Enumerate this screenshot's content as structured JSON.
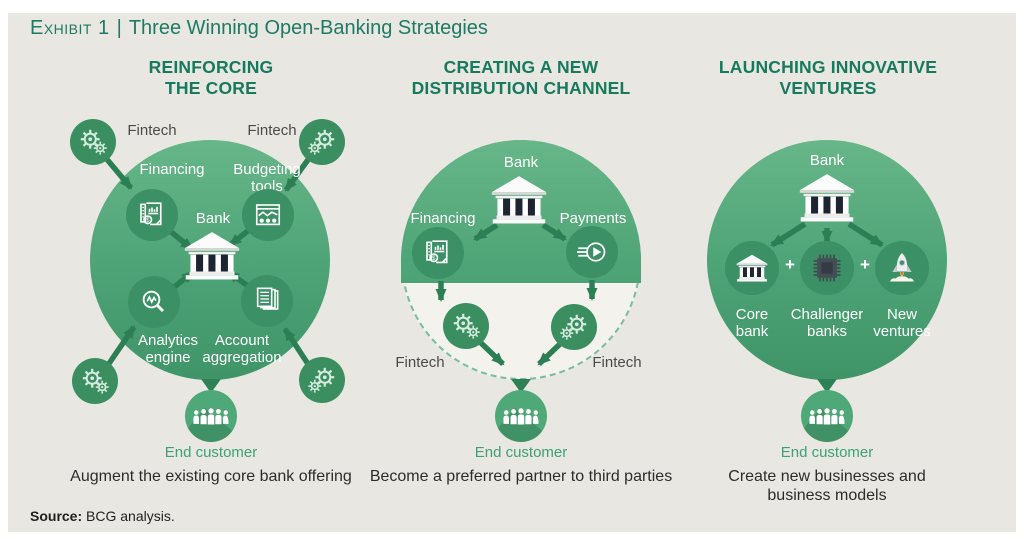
{
  "title": {
    "exhibit": "Exhibit 1",
    "separator": "|",
    "main": "Three Winning Open-Banking Strategies"
  },
  "source": {
    "label": "Source:",
    "text": " BCG analysis."
  },
  "colors": {
    "background": "#e8e7e2",
    "accent_green": "#17795d",
    "circle_green_top": "#67b689",
    "circle_green_bottom": "#3f9468",
    "node_green": "#3b9065",
    "arrow_green": "#2c7f54",
    "end_customer_text": "#3da173",
    "ivory": "#f3f2ec"
  },
  "panels": {
    "p1": {
      "heading1": "REINFORCING",
      "heading2": "THE CORE",
      "fintech_top_left": "Fintech",
      "fintech_top_right": "Fintech",
      "financing": "Financing",
      "budgeting_tools": "Budgeting tools",
      "bank": "Bank",
      "analytics_engine": "Analytics engine",
      "account_aggregation": "Account aggregation",
      "end_customer": "End customer",
      "caption": "Augment the existing core bank offering"
    },
    "p2": {
      "heading1": "CREATING A NEW",
      "heading2": "DISTRIBUTION CHANNEL",
      "bank": "Bank",
      "financing": "Financing",
      "payments": "Payments",
      "fintech_left": "Fintech",
      "fintech_right": "Fintech",
      "end_customer": "End customer",
      "caption": "Become a preferred partner to third parties"
    },
    "p3": {
      "heading1": "LAUNCHING INNOVATIVE",
      "heading2": "VENTURES",
      "bank": "Bank",
      "core_bank": "Core bank",
      "plus1": "+",
      "plus2": "+",
      "challenger_banks": "Challenger banks",
      "new_ventures": "New ventures",
      "end_customer": "End customer",
      "caption": "Create new businesses and business models"
    }
  }
}
